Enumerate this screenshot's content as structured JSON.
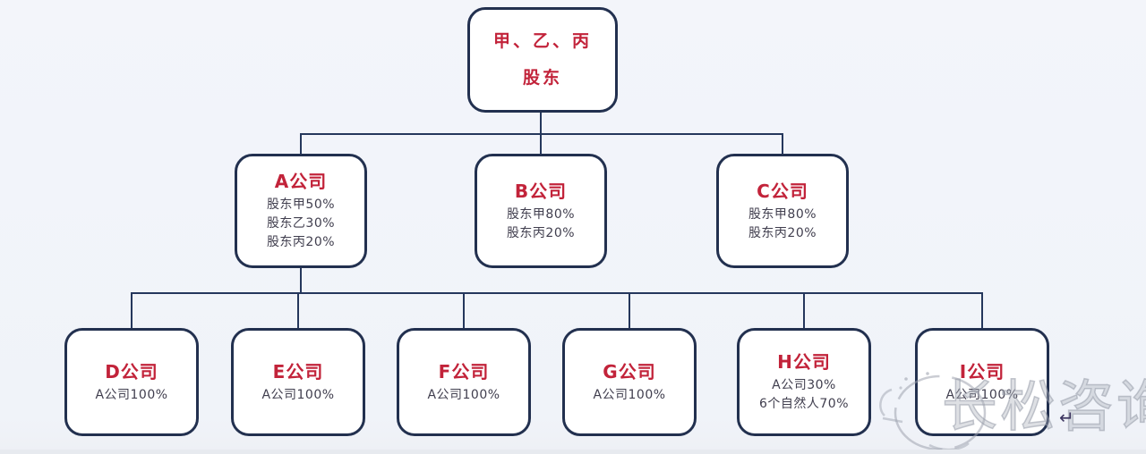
{
  "diagram": {
    "type": "org-structure",
    "root": {
      "line1": "甲、乙、丙",
      "line2": "股东"
    },
    "nodes": {
      "a": {
        "title": "A公司",
        "holders": [
          "股东甲50%",
          "股东乙30%",
          "股东丙20%"
        ]
      },
      "b": {
        "title": "B公司",
        "holders": [
          "股东甲80%",
          "股东丙20%"
        ]
      },
      "c": {
        "title": "C公司",
        "holders": [
          "股东甲80%",
          "股东丙20%"
        ]
      },
      "d": {
        "title": "D公司",
        "holders": [
          "A公司100%"
        ]
      },
      "e": {
        "title": "E公司",
        "holders": [
          "A公司100%"
        ]
      },
      "f": {
        "title": "F公司",
        "holders": [
          "A公司100%"
        ]
      },
      "g": {
        "title": "G公司",
        "holders": [
          "A公司100%"
        ]
      },
      "h": {
        "title": "H公司",
        "holders": [
          "A公司30%",
          "6个自然人70%"
        ]
      },
      "i": {
        "title": "I公司",
        "holders": [
          "A公司100%"
        ]
      }
    },
    "colors": {
      "background": "#f1f4f9",
      "box_fill": "#ffffff",
      "box_border": "#22304f",
      "title_red": "#c2233a",
      "subtext": "#403e4e",
      "connector": "#25375c",
      "watermark_gray": "#adb1bc"
    },
    "watermark": {
      "text": "长松咨询",
      "arrow": "↵"
    }
  }
}
